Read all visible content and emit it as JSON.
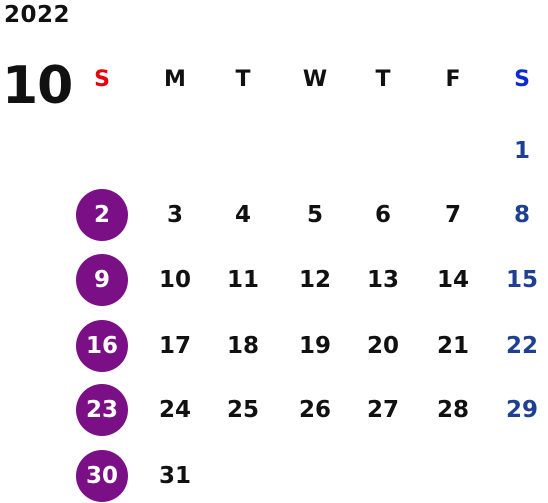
{
  "calendar": {
    "year": "2022",
    "month": "10",
    "weekdays": [
      "S",
      "M",
      "T",
      "W",
      "T",
      "F",
      "S"
    ],
    "weeks": [
      [
        "",
        "",
        "",
        "",
        "",
        "",
        "1"
      ],
      [
        "2",
        "3",
        "4",
        "5",
        "6",
        "7",
        "8"
      ],
      [
        "9",
        "10",
        "11",
        "12",
        "13",
        "14",
        "15"
      ],
      [
        "16",
        "17",
        "18",
        "19",
        "20",
        "21",
        "22"
      ],
      [
        "23",
        "24",
        "25",
        "26",
        "27",
        "28",
        "29"
      ],
      [
        "30",
        "31",
        "",
        "",
        "",
        "",
        ""
      ]
    ]
  },
  "colors": {
    "sunday_header": "#e8000b",
    "saturday_header": "#0c2bd0",
    "saturday_date": "#1f3f93",
    "sunday_circle": "#7a0f86",
    "text": "#111111"
  }
}
